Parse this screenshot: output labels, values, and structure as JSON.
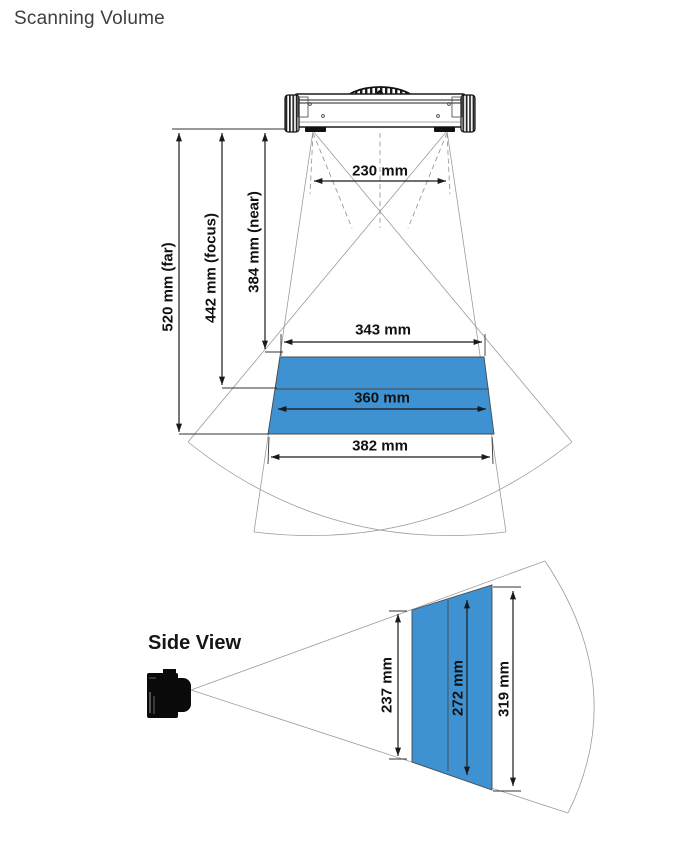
{
  "title": "Scanning Volume",
  "colors": {
    "scan_area": "#3E92D2",
    "beam_line": "#9b9b9b",
    "dim_line": "#1a1a1a"
  },
  "top_view": {
    "device_width_label": "230 mm",
    "distance_labels": [
      {
        "label": "520 mm (far)"
      },
      {
        "label": "442 mm (focus)"
      },
      {
        "label": "384 mm (near)"
      }
    ],
    "width_labels": [
      {
        "label": "343 mm"
      },
      {
        "label": "360 mm"
      },
      {
        "label": "382 mm"
      }
    ]
  },
  "side_view": {
    "label": "Side View",
    "height_labels": [
      {
        "label": "237 mm"
      },
      {
        "label": "272 mm"
      },
      {
        "label": "319 mm"
      }
    ]
  }
}
